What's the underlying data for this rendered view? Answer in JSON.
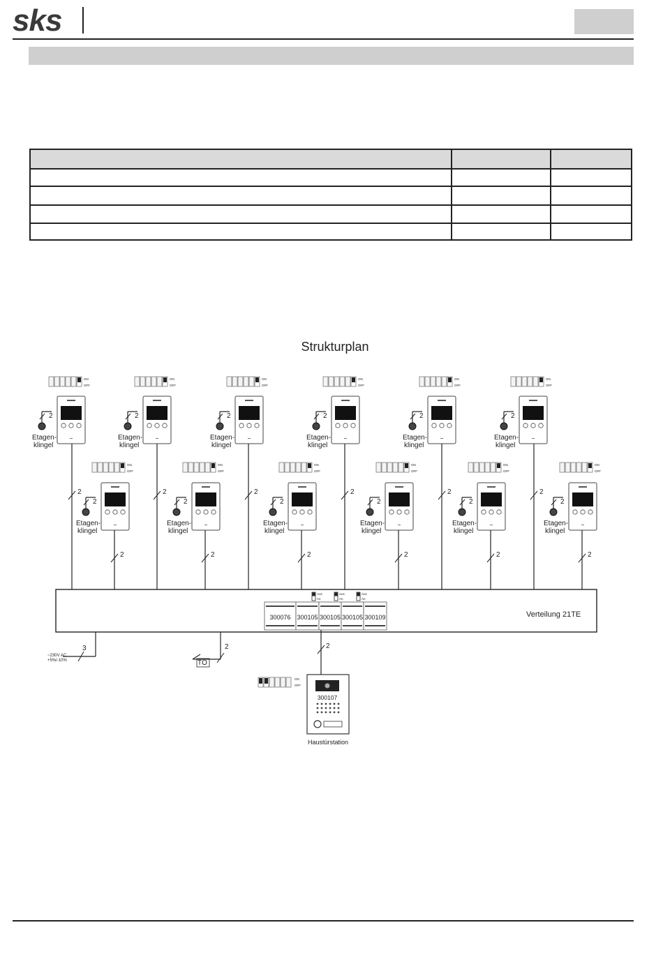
{
  "header": {
    "logo": "sks"
  },
  "diagram": {
    "title": "Strukturplan",
    "doorbell_label_1": "Etagen-",
    "doorbell_label_2": "klingel",
    "wire_count_2": "2",
    "wire_count_3": "3",
    "switch_on": "ON",
    "switch_off": "OFF",
    "distribution_label": "Verteilung 21TE",
    "modules": [
      "300076",
      "300105",
      "300105",
      "300105",
      "300109"
    ],
    "module_switch_top": "Aus",
    "module_switch_bottom": "An",
    "power_line_1": "~230V AC",
    "power_line_2": "+5%/-10%",
    "door_opener": "TÖ",
    "door_station_model": "300107",
    "door_station_label": "Haustürstation",
    "door_station_switch_on": "ON",
    "door_station_switch_off": "OFF"
  }
}
